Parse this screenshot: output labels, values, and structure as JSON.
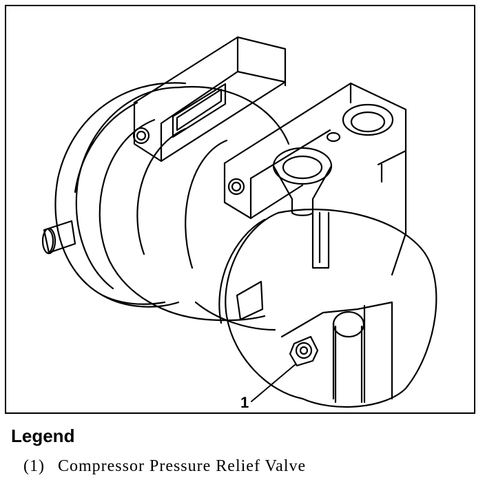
{
  "figure": {
    "callout_label": "1"
  },
  "legend": {
    "title": "Legend",
    "items": [
      {
        "number": "(1)",
        "text": "Compressor Pressure Relief Valve"
      }
    ]
  }
}
